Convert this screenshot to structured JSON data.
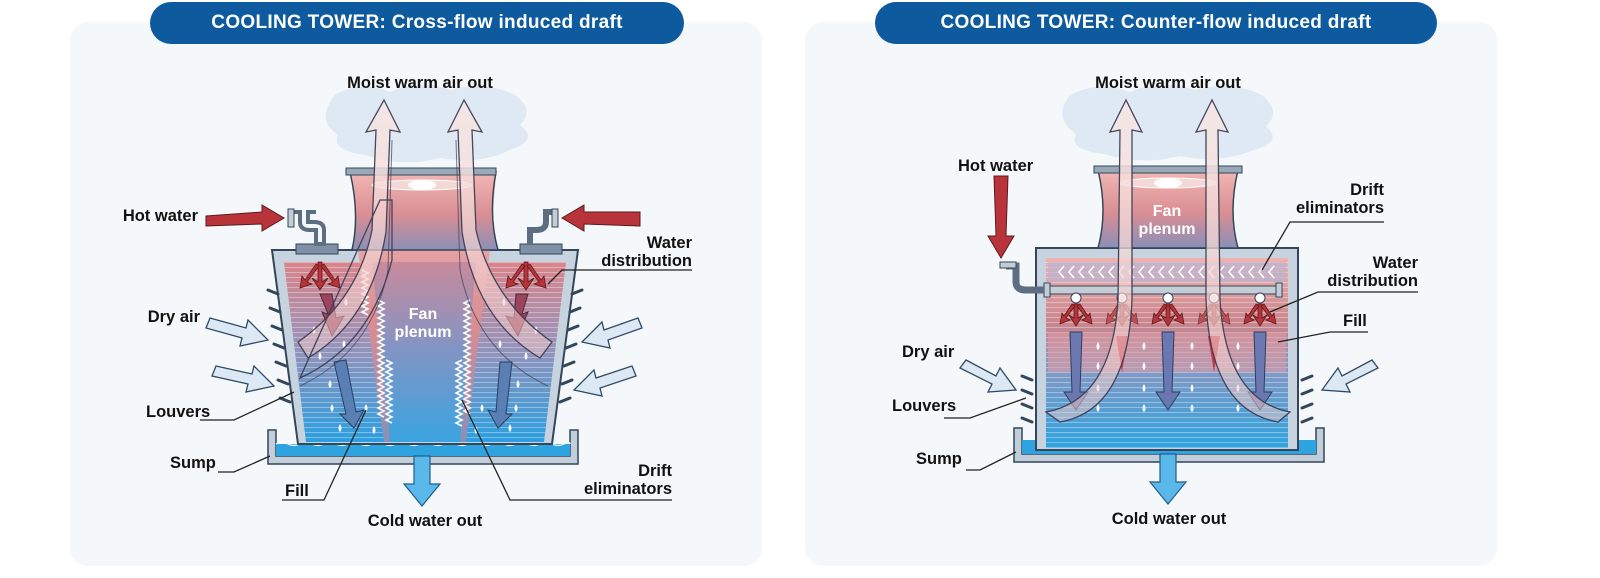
{
  "panels": [
    {
      "title": "COOLING TOWER: Cross-flow induced draft",
      "labels": {
        "moist_air": "Moist warm air out",
        "hot_water": "Hot water",
        "water_distribution": "Water\ndistribution",
        "dry_air": "Dry air",
        "louvers": "Louvers",
        "sump": "Sump",
        "fill": "Fill",
        "drift_eliminators": "Drift\neliminators",
        "cold_water": "Cold water out",
        "fan_plenum": "Fan\nplenum"
      }
    },
    {
      "title": "COOLING TOWER: Counter-flow induced draft",
      "labels": {
        "moist_air": "Moist warm air out",
        "hot_water": "Hot water",
        "drift_eliminators": "Drift\neliminators",
        "water_distribution": "Water\ndistribution",
        "fill": "Fill",
        "dry_air": "Dry air",
        "louvers": "Louvers",
        "sump": "Sump",
        "cold_water": "Cold water out",
        "fan_plenum": "Fan\nplenum"
      }
    }
  ],
  "colors": {
    "title_bg": "#0e5a9e",
    "hot": "#c0393b",
    "cold": "#2ea3e0",
    "air": "#dce9f4"
  }
}
